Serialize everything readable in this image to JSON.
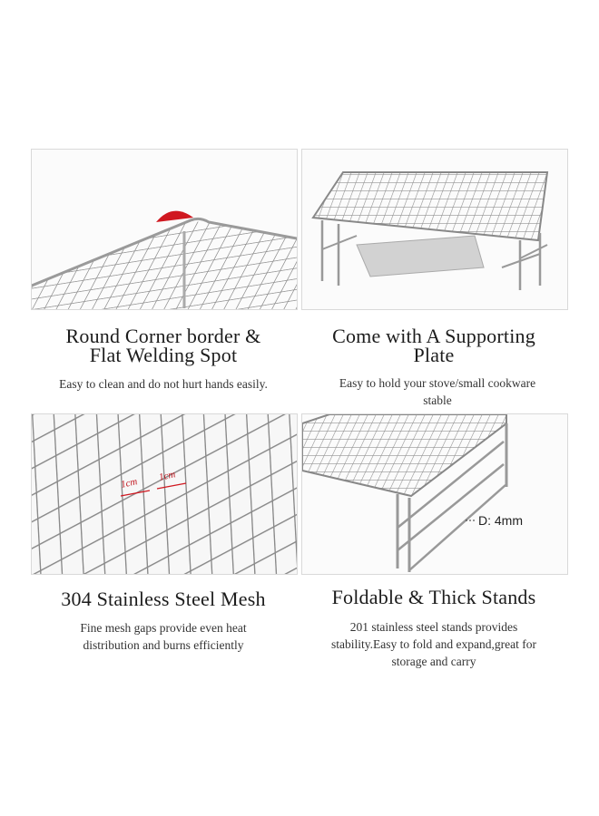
{
  "panels": [
    {
      "title_lines": [
        "Round Corner border &",
        "Flat Welding Spot"
      ],
      "desc_lines": [
        "Easy to clean and do not hurt hands easily."
      ]
    },
    {
      "title_lines": [
        "Come with A Supporting",
        "Plate"
      ],
      "desc_lines": [
        "Easy to hold your stove/small cookware",
        "stable"
      ]
    },
    {
      "title_lines": [
        "304 Stainless Steel Mesh"
      ],
      "desc_lines": [
        "Fine mesh gaps provide even heat",
        "distribution and burns efficiently"
      ],
      "dimension_labels": [
        "1cm",
        "1cm"
      ]
    },
    {
      "title_lines": [
        "Foldable & Thick Stands"
      ],
      "desc_lines": [
        "201 stainless steel stands provides",
        "stability.Easy to fold and expand,great for",
        "storage and carry"
      ],
      "callout": "D: 4mm"
    }
  ],
  "colors": {
    "accent_red": "#d01820",
    "steel": "#8a8a8a",
    "background": "#ffffff"
  }
}
